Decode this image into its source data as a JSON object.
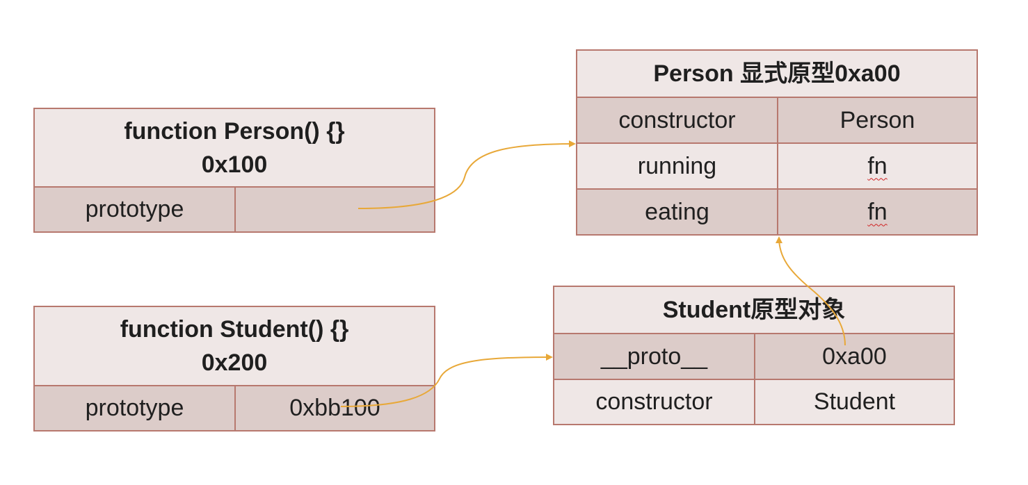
{
  "person_function": {
    "title_line1": "function Person() {}",
    "title_line2": "0x100",
    "rows": [
      {
        "key": "prototype",
        "value": ""
      }
    ]
  },
  "student_function": {
    "title_line1": "function Student() {}",
    "title_line2": "0x200",
    "rows": [
      {
        "key": "prototype",
        "value": "0xbb100"
      }
    ]
  },
  "person_prototype": {
    "title": "Person 显式原型0xa00",
    "rows": [
      {
        "key": "constructor",
        "value": "Person"
      },
      {
        "key": "running",
        "value": "fn"
      },
      {
        "key": "eating",
        "value": "fn"
      }
    ]
  },
  "student_prototype": {
    "title": "Student原型对象",
    "rows": [
      {
        "key": "__proto__",
        "value": "0xa00"
      },
      {
        "key": "constructor",
        "value": "Student"
      }
    ]
  },
  "colors": {
    "border": "#b7786e",
    "header_bg": "#efe7e6",
    "row_dark": "#dcccc9",
    "row_light": "#efe7e6",
    "arrow": "#e8a838",
    "spell_underline": "#d02020"
  }
}
